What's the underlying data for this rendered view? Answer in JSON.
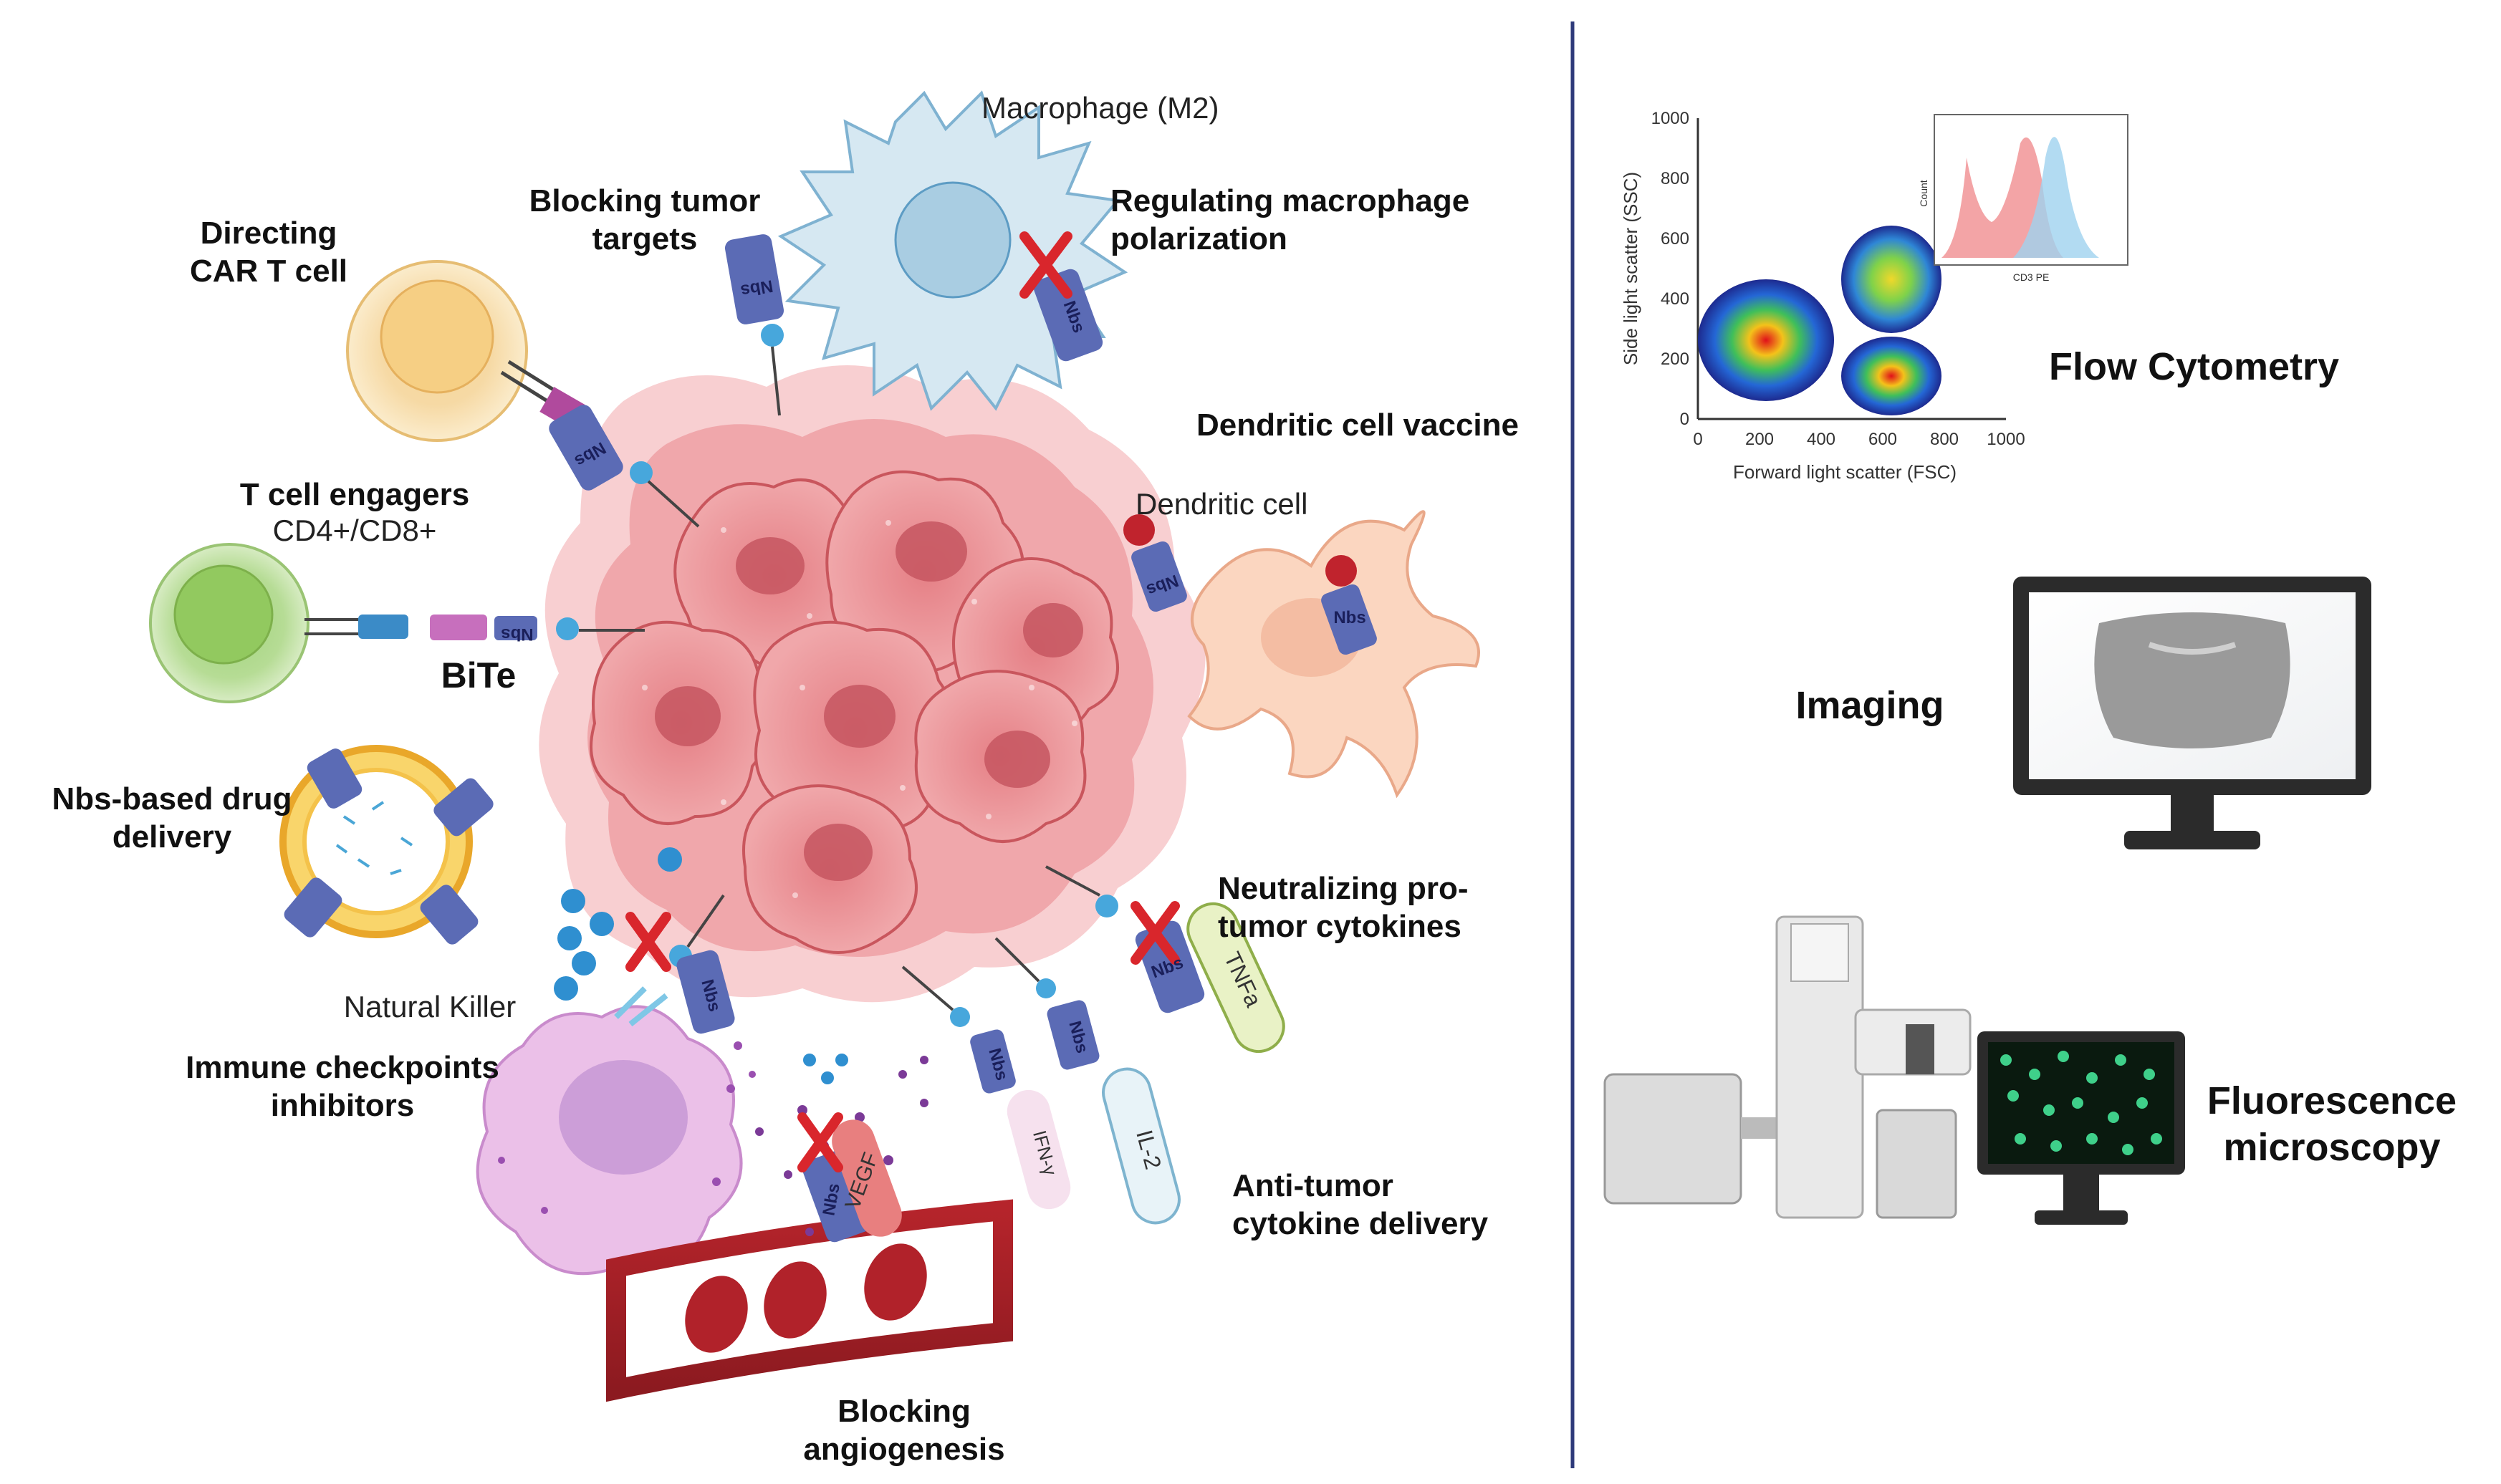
{
  "labels": {
    "macrophage": "Macrophage (M2)",
    "blocking_tumor_targets_1": "Blocking tumor",
    "blocking_tumor_targets_2": "targets",
    "regulating_1": "Regulating macrophage",
    "regulating_2": "polarization",
    "directing_1": "Directing",
    "directing_2": "CAR T cell",
    "dendritic_vaccine": "Dendritic cell vaccine",
    "dendritic_cell": "Dendritic cell",
    "tcell_engagers": "T cell engagers",
    "cd4cd8": "CD4+/CD8+",
    "bite": "BiTe",
    "nbs_drug_1": "Nbs-based drug",
    "nbs_drug_2": "delivery",
    "neutralizing_1": "Neutralizing pro-",
    "neutralizing_2": "tumor cytokines",
    "natural_killer": "Natural Killer",
    "immune_1": "Immune checkpoints",
    "immune_2": "inhibitors",
    "anti_tumor_1": "Anti-tumor",
    "anti_tumor_2": "cytokine delivery",
    "blocking_angio_1": "Blocking",
    "blocking_angio_2": "angiogenesis",
    "flow_cytometry": "Flow Cytometry",
    "imaging": "Imaging",
    "fluorescence_1": "Fluorescence",
    "fluorescence_2": "microscopy"
  },
  "tags": {
    "nbs": "Nbs",
    "tnfa": "TNFa",
    "vegf": "VEGF",
    "ifn": "IFN-γ",
    "il2": "IL-2"
  },
  "flow_plot": {
    "xlabel": "Forward light scatter (FSC)",
    "ylabel": "Side light scatter (SSC)",
    "x_ticks": [
      "0",
      "200",
      "400",
      "600",
      "800",
      "1000"
    ],
    "y_ticks": [
      "0",
      "200",
      "400",
      "600",
      "800",
      "1000"
    ],
    "inset_xlabel": "CD3 PE",
    "inset_ylabel": "Count"
  },
  "colors": {
    "tumor": "#e8868a",
    "nbs": "#5b6bb5",
    "divider": "#2e3a7a",
    "red_x": "#d9262c"
  }
}
